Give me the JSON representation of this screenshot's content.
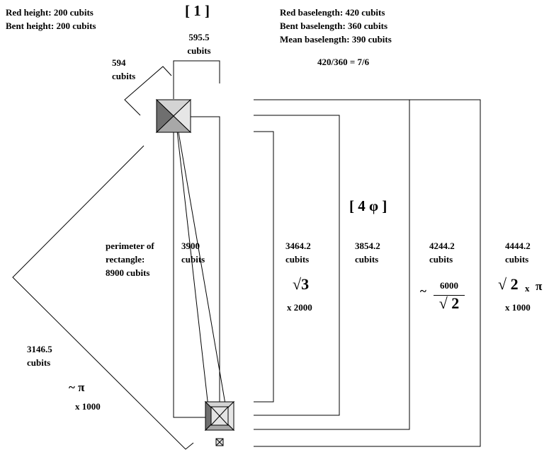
{
  "header": {
    "red_height": "Red height: 200 cubits",
    "bent_height": "Bent height: 200 cubits",
    "red_base": "Red baselength: 420 cubits",
    "bent_base": "Bent baselength: 360 cubits",
    "mean_base": "Mean baselength: 390 cubits",
    "ratio": "420/360 = 7/6"
  },
  "labels": {
    "bracket_one": "[ 1 ]",
    "bracket_four_phi": "[ 4 φ ]",
    "top_num": "595.5",
    "top_unit": "cubits",
    "diag_num": "594",
    "diag_unit": "cubits",
    "perimeter_l1": "perimeter of",
    "perimeter_l2": "rectangle:",
    "perimeter_l3": "8900 cubits",
    "col1_num": "3900",
    "col1_unit": "cubits",
    "col2_num": "3464.2",
    "col2_unit": "cubits",
    "col2_sym": "√3",
    "col2_mult": "x 2000",
    "col3_num": "3854.2",
    "col3_unit": "cubits",
    "col4_num": "4244.2",
    "col4_unit": "cubits",
    "col4_tilde": "~",
    "col4_frac_num": "6000",
    "col4_frac_den": "√ 2",
    "col5_num": "4444.2",
    "col5_unit": "cubits",
    "col5_sym": "√ 2",
    "col5_x": "x",
    "col5_pi": "π",
    "col5_mult": "x 1000",
    "left_num": "3146.5",
    "left_unit": "cubits",
    "left_pi": "~ π",
    "left_mult": "x 1000"
  }
}
